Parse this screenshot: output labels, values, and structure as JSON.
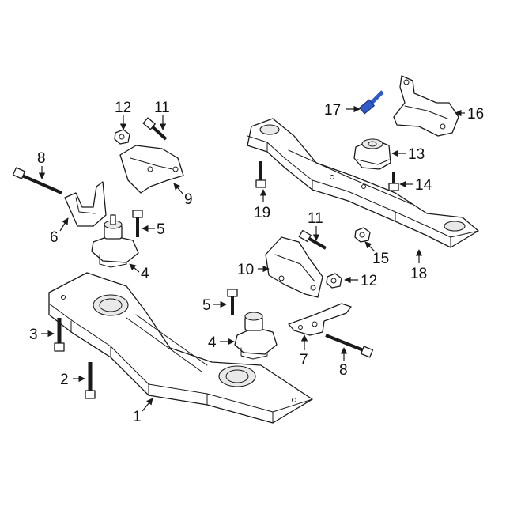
{
  "diagram": {
    "highlight_color": "#2f5bc9",
    "callouts": {
      "c1": "1",
      "c2": "2",
      "c3": "3",
      "c4a": "4",
      "c4b": "4",
      "c5a": "5",
      "c5b": "5",
      "c6": "6",
      "c7": "7",
      "c8a": "8",
      "c8b": "8",
      "c9": "9",
      "c10": "10",
      "c11a": "11",
      "c11b": "11",
      "c12a": "12",
      "c12b": "12",
      "c13": "13",
      "c14": "14",
      "c15": "15",
      "c16": "16",
      "c17": "17",
      "c18": "18",
      "c19": "19"
    }
  }
}
